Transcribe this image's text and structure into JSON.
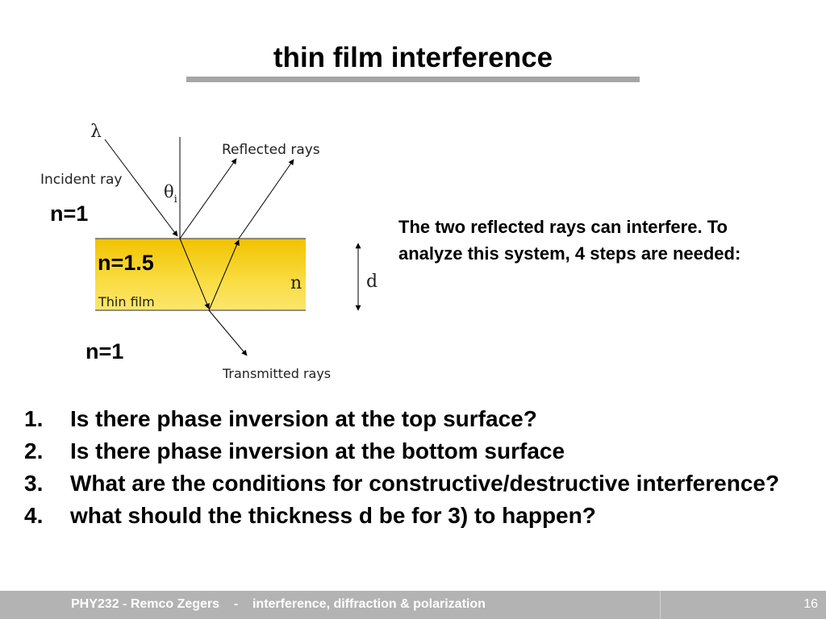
{
  "slide": {
    "title": "thin film interference",
    "description": "The two reflected rays can interfere. To analyze this system, 4 steps are needed:",
    "steps": [
      {
        "number": "1.",
        "text": "Is there phase inversion at the top surface?"
      },
      {
        "number": "2.",
        "text": "Is there phase inversion at the bottom surface"
      },
      {
        "number": "3.",
        "text": "What are the conditions for constructive/destructive interference?"
      },
      {
        "number": "4.",
        "text": "what should the thickness d be for 3) to happen?"
      }
    ]
  },
  "diagram": {
    "lambda": "λ",
    "incident_ray": "Incident ray",
    "theta_symbol": "θ",
    "theta_subscript": "i",
    "reflected_rays": "Reflected rays",
    "transmitted_rays": "Transmitted rays",
    "thin_film": "Thin film",
    "n_symbol": "n",
    "d_symbol": "d",
    "n_top": "n=1",
    "n_film": "n=1.5",
    "n_bottom": "n=1",
    "film_color": "#f7d22a"
  },
  "footer": {
    "course": "PHY232 - Remco Zegers    -    interference, diffraction & polarization",
    "page_number": "16"
  }
}
